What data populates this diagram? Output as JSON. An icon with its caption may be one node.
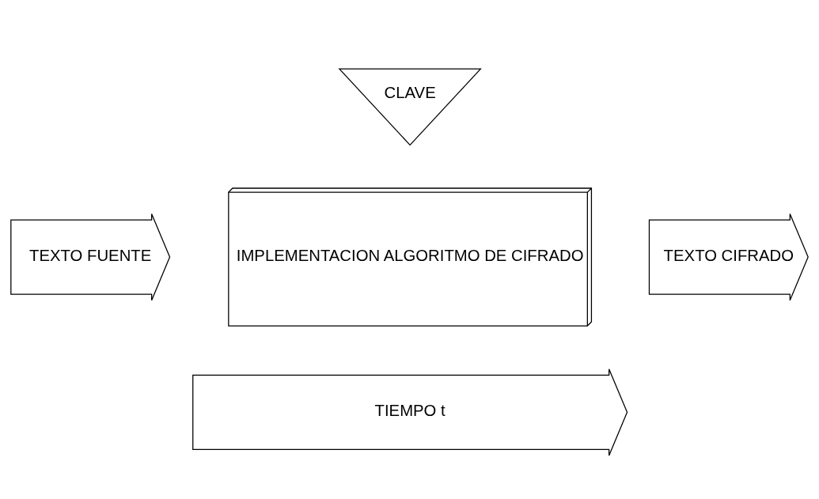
{
  "diagram": {
    "nodes": [
      {
        "text": [
          "CLAVE"
        ]
      },
      {
        "text": [
          "TEXTO FUENTE"
        ]
      },
      {
        "text": [
          "IMPLEMENTACION ALGORITMO DE CIFRADO"
        ]
      },
      {
        "text": [
          "TEXTO CIFRADO"
        ]
      },
      {
        "text": [
          "TIEMPO t"
        ]
      }
    ]
  }
}
